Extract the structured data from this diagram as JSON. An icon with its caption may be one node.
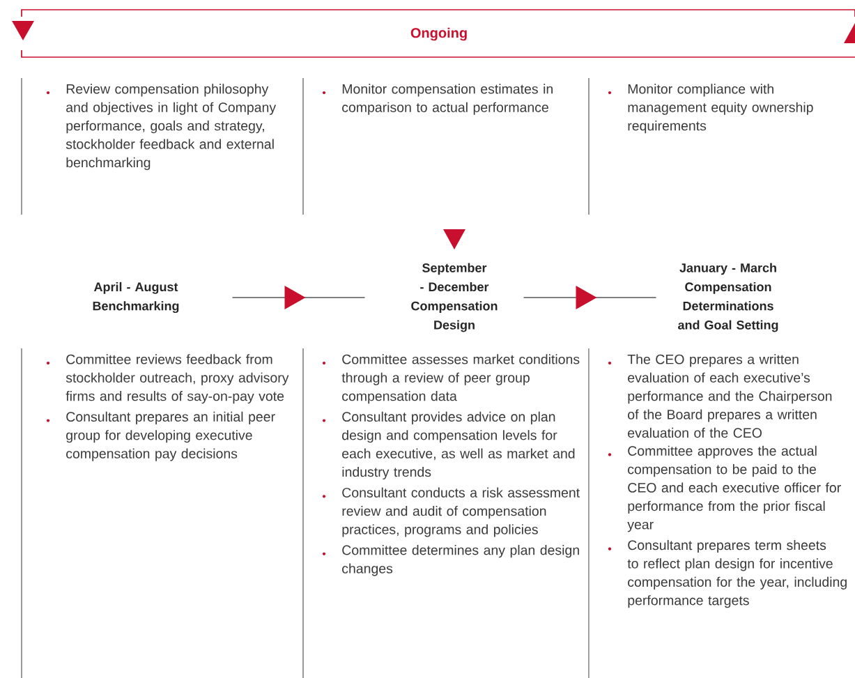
{
  "diagram": {
    "nodes": [
      {
        "text": [
          "Ongoing"
        ]
      },
      {
        "text": [
          "April - August Benchmarking"
        ]
      },
      {
        "text": [
          "September - December Compensation Design"
        ]
      },
      {
        "text": [
          "January - March Compensation Determinations and Goal Setting"
        ]
      }
    ],
    "edges": [
      {
        "from": 1,
        "to": 2,
        "arrow": "to"
      },
      {
        "from": 2,
        "to": 3,
        "arrow": "to"
      }
    ],
    "labels": [
      "Review compensation philosophy and objectives in light of Company performance, goals and strategy, stockholder feedback and external benchmarking",
      "Monitor compensation estimates in comparison to actual performance",
      "Monitor compliance with management equity ownership requirements",
      "Committee reviews feedback from stockholder outreach, proxy advisory firms and results of say-on-pay vote",
      "Consultant prepares an initial peer group for developing executive compensation pay decisions",
      "Committee assesses market conditions through a review of peer group compensation data",
      "Consultant provides advice on plan design and compensation levels for each executive, as well as market and industry trends",
      "Consultant conducts a risk assessment review and audit of compensation practices, programs and policies",
      "Committee determines any plan design changes",
      "The CEO prepares a written evaluation of each executive’s performance and the Chairperson of the Board prepares a written evaluation of the CEO",
      "Committee approves the actual compensation to be paid to the CEO and each executive officer for performance from the prior fiscal year",
      "Consultant prepares term sheets to reflect plan design for incentive compensation for the year, including performance targets"
    ]
  }
}
